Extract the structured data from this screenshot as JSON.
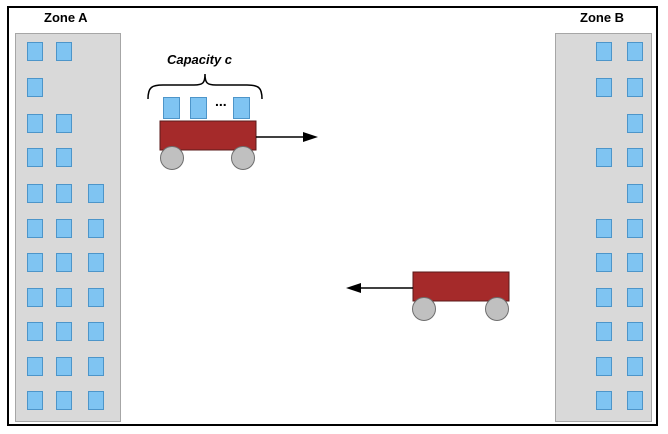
{
  "zones": {
    "a": {
      "label": "Zone A"
    },
    "b": {
      "label": "Zone B"
    }
  },
  "cart": {
    "capacity_label": "Capacity c",
    "ellipsis": "..."
  },
  "colors": {
    "box_fill": "#7fc4f2",
    "box_border": "#4d95c9",
    "cart_body": "#a52a2a",
    "wheel": "#c0c0c0",
    "zone_panel": "#d9d9d9"
  }
}
